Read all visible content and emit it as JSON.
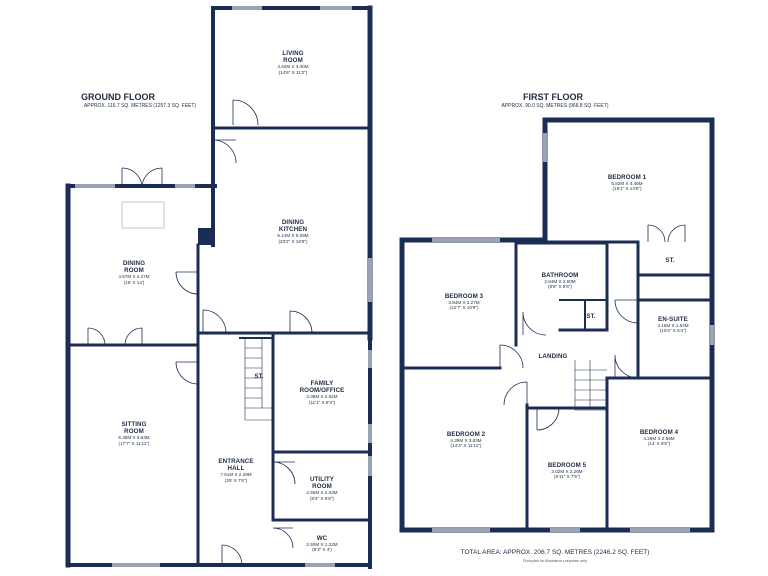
{
  "ground_floor": {
    "title": "GROUND FLOOR",
    "area": "APPROX. 116.7 SQ. METRES (1257.3 SQ. FEET)",
    "rooms": {
      "living": {
        "name": [
          "LIVING",
          "ROOM"
        ],
        "dims": [
          "4.42M X 3.40M",
          "(14'6\" X 11'2\")"
        ]
      },
      "dining_kitchen": {
        "name": [
          "DINING",
          "KITCHEN"
        ],
        "dims": [
          "6.14M X 5.09M",
          "(20'2\" X 16'9\")"
        ]
      },
      "dining": {
        "name": [
          "DINING",
          "ROOM"
        ],
        "dims": [
          "4.57M X 4.27M",
          "(15' X 14')"
        ]
      },
      "sitting": {
        "name": [
          "SITTING",
          "ROOM"
        ],
        "dims": [
          "5.36M X 3.63M",
          "(17'7\" X 11'11\")"
        ]
      },
      "family": {
        "name": [
          "FAMILY",
          "ROOM/OFFICE"
        ],
        "dims": [
          "3.38M X 2.52M",
          "(11'1\" X 8'3\")"
        ]
      },
      "entrance": {
        "name": [
          "ENTRANCE",
          "HALL"
        ],
        "dims": [
          "7.61M X 2.29M",
          "(25' X 7'6\")"
        ]
      },
      "utility": {
        "name": [
          "UTILITY",
          "ROOM"
        ],
        "dims": [
          "2.55M X 2.03M",
          "(8'4\" X 6'8\")"
        ]
      },
      "wc": {
        "name": [
          "WC"
        ],
        "dims": [
          "2.50M X 1.22M",
          "(8'3\" X 4')"
        ]
      },
      "store": {
        "name": [
          "ST."
        ],
        "dims": []
      }
    }
  },
  "first_floor": {
    "title": "FIRST FLOOR",
    "area": "APPROX. 90.0 SQ. METRES (968.8 SQ. FEET)",
    "rooms": {
      "bed1": {
        "name": [
          "BEDROOM 1"
        ],
        "dims": [
          "5.82M X 4.46M",
          "(19'1\" X 14'8\")"
        ]
      },
      "bathroom": {
        "name": [
          "BATHROOM"
        ],
        "dims": [
          "2.64M X 2.60M",
          "(8'8\" X 8'6\")"
        ]
      },
      "bed3": {
        "name": [
          "BEDROOM 3"
        ],
        "dims": [
          "3.84M X 3.27M",
          "(12'7\" X 10'9\")"
        ]
      },
      "ensuite": {
        "name": [
          "EN-SUITE"
        ],
        "dims": [
          "3.15M X 1.64M",
          "(10'4\" X 5'4\")"
        ]
      },
      "bed2": {
        "name": [
          "BEDROOM 2"
        ],
        "dims": [
          "4.39M X 3.63M",
          "(14'4\" X 11'11\")"
        ]
      },
      "bed5": {
        "name": [
          "BEDROOM 5"
        ],
        "dims": [
          "3.02M X 2.26M",
          "(9'11\" X 7'5\")"
        ]
      },
      "bed4": {
        "name": [
          "BEDROOM 4"
        ],
        "dims": [
          "4.26M X 2.56M",
          "(14' X 8'5\")"
        ]
      },
      "landing": {
        "name": [
          "LANDING"
        ],
        "dims": []
      },
      "st_bath": {
        "name": [
          "ST."
        ],
        "dims": []
      },
      "st_bed1": {
        "name": [
          "ST."
        ],
        "dims": []
      }
    }
  },
  "total_area": "TOTAL AREA: APPROX. 206.7 SQ. METRES (2246.2 SQ. FEET)",
  "disclaimer": "Floorplan for illustrative purposes only",
  "colors": {
    "wall": "#1c2d55",
    "window": "#c8cdd6",
    "ink": "#1f2a44"
  }
}
